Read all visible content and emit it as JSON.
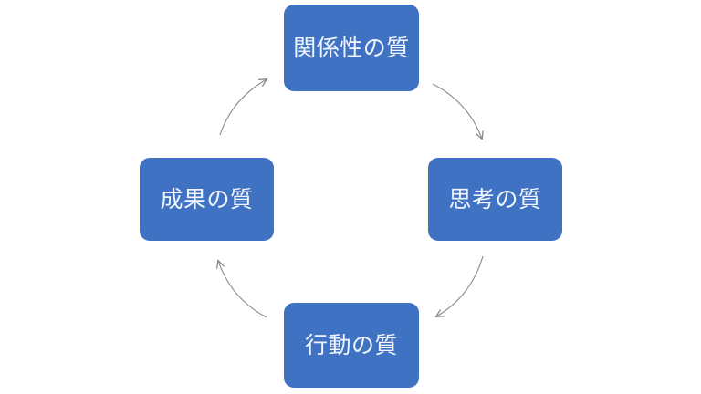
{
  "diagram": {
    "type": "cycle",
    "direction": "clockwise",
    "background_color": "#ffffff",
    "node_color": "#4072c4",
    "node_text_color": "#f2f6fc",
    "arrow_color": "#8c8c8c",
    "nodes": [
      {
        "id": "relationship",
        "label": "関係性の質",
        "position": "top"
      },
      {
        "id": "thinking",
        "label": "思考の質",
        "position": "right"
      },
      {
        "id": "action",
        "label": "行動の質",
        "position": "bottom"
      },
      {
        "id": "outcome",
        "label": "成果の質",
        "position": "left"
      }
    ],
    "arrows": [
      {
        "id": "arrow-relationship-to-thinking",
        "from": "relationship",
        "to": "thinking"
      },
      {
        "id": "arrow-thinking-to-action",
        "from": "thinking",
        "to": "action"
      },
      {
        "id": "arrow-action-to-outcome",
        "from": "action",
        "to": "outcome"
      },
      {
        "id": "arrow-outcome-to-relationship",
        "from": "outcome",
        "to": "relationship"
      }
    ]
  }
}
